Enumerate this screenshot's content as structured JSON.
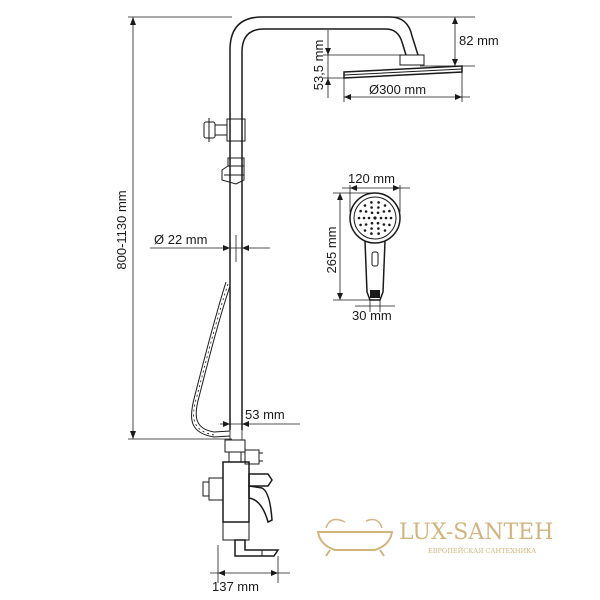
{
  "dimensions": {
    "height_range": "800-1130 mm",
    "pipe_diameter": "Ø 22 mm",
    "head_height": "82 mm",
    "head_thickness": "53,5 mm",
    "head_diameter": "Ø300 mm",
    "hand_width": "120 mm",
    "hand_length": "265 mm",
    "hand_handle": "30 mm",
    "wall_offset": "53 mm",
    "mixer_depth": "137 mm"
  },
  "watermark": {
    "brand": "LUX-SANTEH",
    "tagline": "ЕВРОПЕЙСКАЯ САНТЕХНИКА"
  },
  "colors": {
    "line": "#1a1a1a",
    "watermark": "#c9a96a"
  }
}
